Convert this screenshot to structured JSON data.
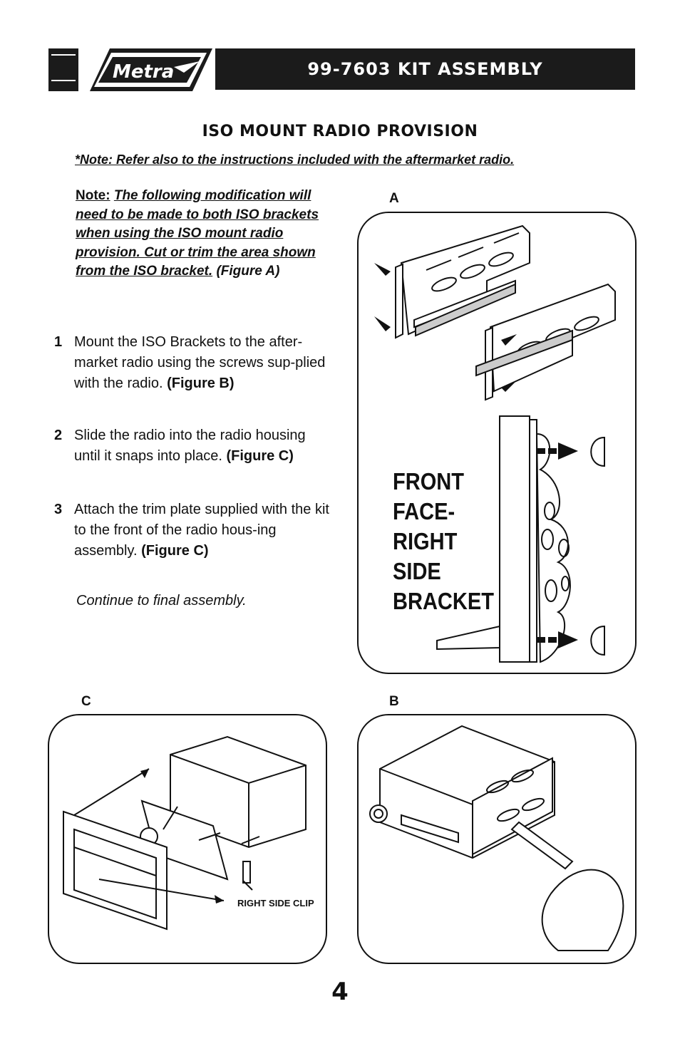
{
  "header": {
    "logo_text": "Metra",
    "title": "99-7603 KIT ASSEMBLY"
  },
  "section": {
    "title": "ISO MOUNT RADIO PROVISION",
    "top_note": "*Note: Refer also to the instructions included with the aftermarket radio."
  },
  "modification_note": {
    "label": "Note:",
    "body": "The following modification will need to be made to both ISO brackets when using the ISO mount radio provision. Cut or trim the area shown from the ISO bracket.",
    "ref": "(Figure A)"
  },
  "steps": [
    {
      "num": "1",
      "text": "Mount the ISO Brackets to the after-market radio using the screws sup-plied with the radio.",
      "ref": "(Figure B)"
    },
    {
      "num": "2",
      "text": "Slide the radio into the radio housing until it snaps into place.",
      "ref": "(Figure C)"
    },
    {
      "num": "3",
      "text": "Attach the trim plate supplied with the kit to the front of the radio hous-ing assembly.",
      "ref": "(Figure C)"
    }
  ],
  "continue_text": "Continue to final assembly.",
  "figures": {
    "a": {
      "label": "A",
      "caption_lines": [
        "FRONT",
        "FACE-",
        "RIGHT",
        "SIDE",
        "BRACKET"
      ]
    },
    "b": {
      "label": "B"
    },
    "c": {
      "label": "C",
      "callout": "RIGHT SIDE CLIP"
    }
  },
  "page_number": "4"
}
